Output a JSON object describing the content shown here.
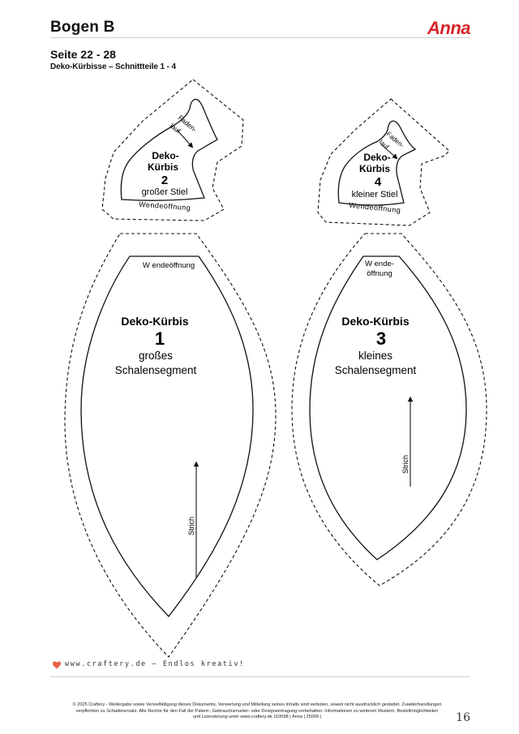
{
  "header": {
    "title": "Bogen B",
    "brand": "Anna"
  },
  "subtitle": "Seite 22 - 28",
  "caption": "Deko-Kürbisse – Schnittteile 1 - 4",
  "pieces": {
    "piece1": {
      "name": "Deko-Kürbis",
      "number": "1",
      "line1": "großes",
      "line2": "Schalensegment",
      "opening": "W endeöffnung",
      "grain": "Strich"
    },
    "piece2": {
      "name_line1": "Deko-",
      "name_line2": "Kürbis",
      "number": "2",
      "desc": "großer Stiel",
      "opening": "Wendeöffnung",
      "grain_line1": "Faden-",
      "grain_line2": "lauf"
    },
    "piece3": {
      "name": "Deko-Kürbis",
      "number": "3",
      "line1": "kleines",
      "line2": "Schalensegment",
      "opening_line1": "W ende-",
      "opening_line2": "öffnung",
      "grain": "Strich"
    },
    "piece4": {
      "name_line1": "Deko-",
      "name_line2": "Kürbis",
      "number": "4",
      "desc": "kleiner Stiel",
      "opening": "Wendeöffnung",
      "grain_line1": "Faden-",
      "grain_line2": "lauf"
    }
  },
  "footer": {
    "tagline": "www.craftery.de – Endlos kreativ!",
    "legal_line1": "© 2025 Craftery - Weitergabe sowie Vervielfältigung dieses Dokuments, Verwertung und Mitteilung seines Inhalts sind verboten, soweit nicht ausdrücklich gestattet. Zuwiderhandlungen",
    "legal_line2": "verpflichten zu Schadenersatz. Alle Rechte für den Fall der Patent-, Gebrauchsmuster- oder Designeintragung vorbehalten. Informationen zu weiteren Mustern, Bestellmöglichkeiten",
    "legal_line3": "und Lizenzierung unter www.craftery.de  110098 | Anna | 25009 |",
    "page_number": "16"
  },
  "colors": {
    "brand": "#d8262c",
    "heart": "#e8614a",
    "line": "#111111"
  },
  "icons": {
    "heart": "heart-icon",
    "arrow": "arrow-icon"
  }
}
